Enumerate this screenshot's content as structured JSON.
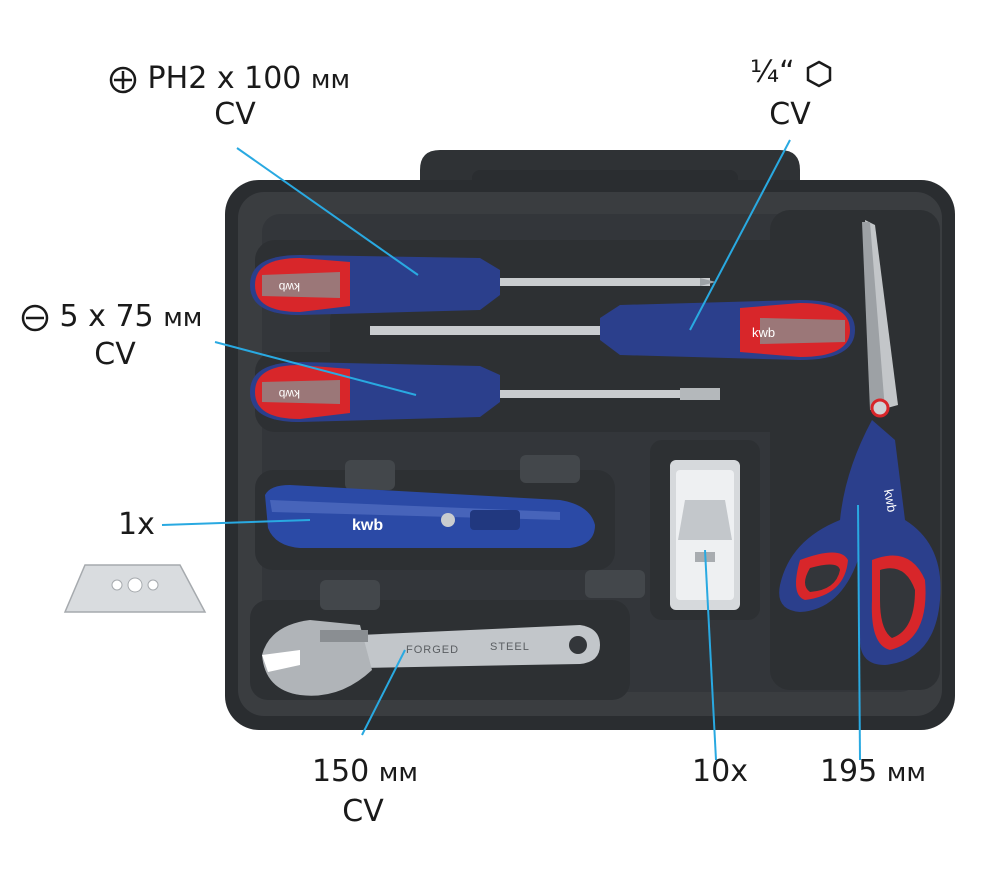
{
  "labels": {
    "phillips": {
      "size": "PH2 x 100",
      "unit": "мм",
      "material": "CV",
      "symbol": "phillips-cross-symbol"
    },
    "hex_bit": {
      "size": "¼“",
      "material": "CV",
      "symbol": "hexagon-symbol"
    },
    "slotted": {
      "size": "5 x 75",
      "unit": "мм",
      "material": "CV",
      "symbol": "slotted-minus-symbol"
    },
    "knife": {
      "qty": "1x"
    },
    "wrench": {
      "size": "150",
      "unit": "мм",
      "material": "CV"
    },
    "blades": {
      "qty": "10x"
    },
    "scissors": {
      "size": "195",
      "unit": "мм"
    }
  },
  "product_marks": {
    "brand": "kwb",
    "wrench_text_left": "FORGED",
    "wrench_text_right": "STEEL"
  },
  "colors": {
    "case": "#3a3d40",
    "case_dark": "#25282a",
    "handle_blue": "#2b3f8c",
    "handle_red": "#d8262a",
    "handle_grey": "#8c8c8c",
    "leader_line": "#29a9e1",
    "text": "#1a1a1a"
  }
}
